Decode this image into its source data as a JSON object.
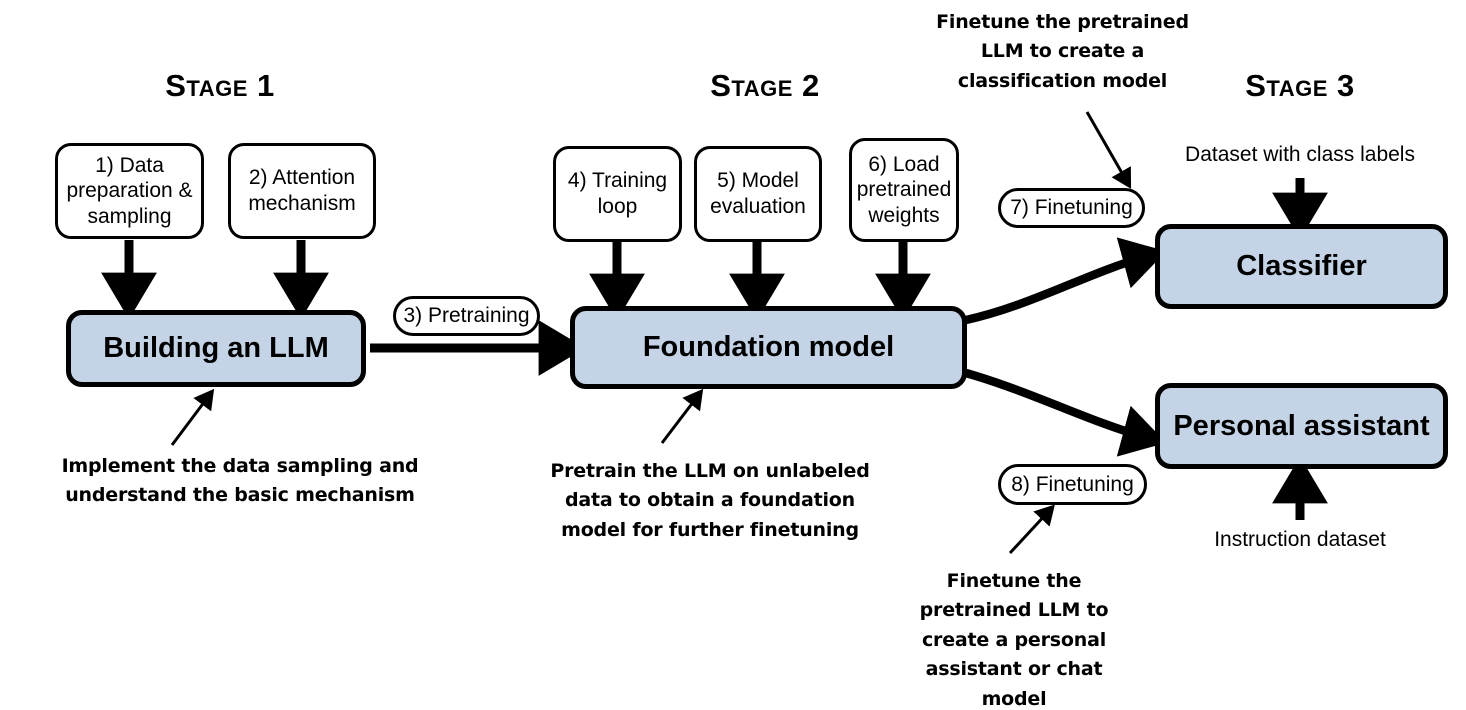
{
  "diagram": {
    "title": "Building a Large Language Model - three stage overview",
    "accent_fill": "#c4d4e6",
    "stroke": "#000000",
    "background": "#ffffff"
  },
  "stages": [
    {
      "id": "stage-1",
      "label": "Stage 1"
    },
    {
      "id": "stage-2",
      "label": "Stage 2"
    },
    {
      "id": "stage-3",
      "label": "Stage 3"
    }
  ],
  "steps": [
    {
      "id": "step-1",
      "label": "1) Data preparation & sampling"
    },
    {
      "id": "step-2",
      "label": "2) Attention mechanism"
    },
    {
      "id": "step-4",
      "label": "4) Training loop"
    },
    {
      "id": "step-5",
      "label": "5) Model evaluation"
    },
    {
      "id": "step-6",
      "label": "6) Load pretrained weights"
    }
  ],
  "pills": [
    {
      "id": "pill-3",
      "label": "3) Pretraining"
    },
    {
      "id": "pill-7",
      "label": "7) Finetuning"
    },
    {
      "id": "pill-8",
      "label": "8) Finetuning"
    }
  ],
  "main_boxes": [
    {
      "id": "building-an-llm",
      "label": "Building an LLM"
    },
    {
      "id": "foundation-model",
      "label": "Foundation model"
    },
    {
      "id": "classifier",
      "label": "Classifier"
    },
    {
      "id": "personal-assistant",
      "label": "Personal assistant"
    }
  ],
  "dataset_notes": [
    {
      "id": "class-labels-note",
      "label": "Dataset with class labels"
    },
    {
      "id": "instruction-dataset-note",
      "label": "Instruction dataset"
    }
  ],
  "captions": {
    "stage1": "Implement the data sampling and understand the basic mechanism",
    "stage1_lines": [
      "Implement the data sampling and",
      "understand the basic mechanism"
    ],
    "stage2_lines": [
      "Pretrain the LLM on unlabeled",
      "data to obtain a foundation",
      "model for further finetuning"
    ],
    "classifier_lines": [
      "Finetune the pretrained",
      "LLM to create a",
      "classification model"
    ],
    "assistant_lines": [
      "Finetune the",
      "pretrained LLM to",
      "create a personal",
      "assistant or chat model"
    ]
  }
}
